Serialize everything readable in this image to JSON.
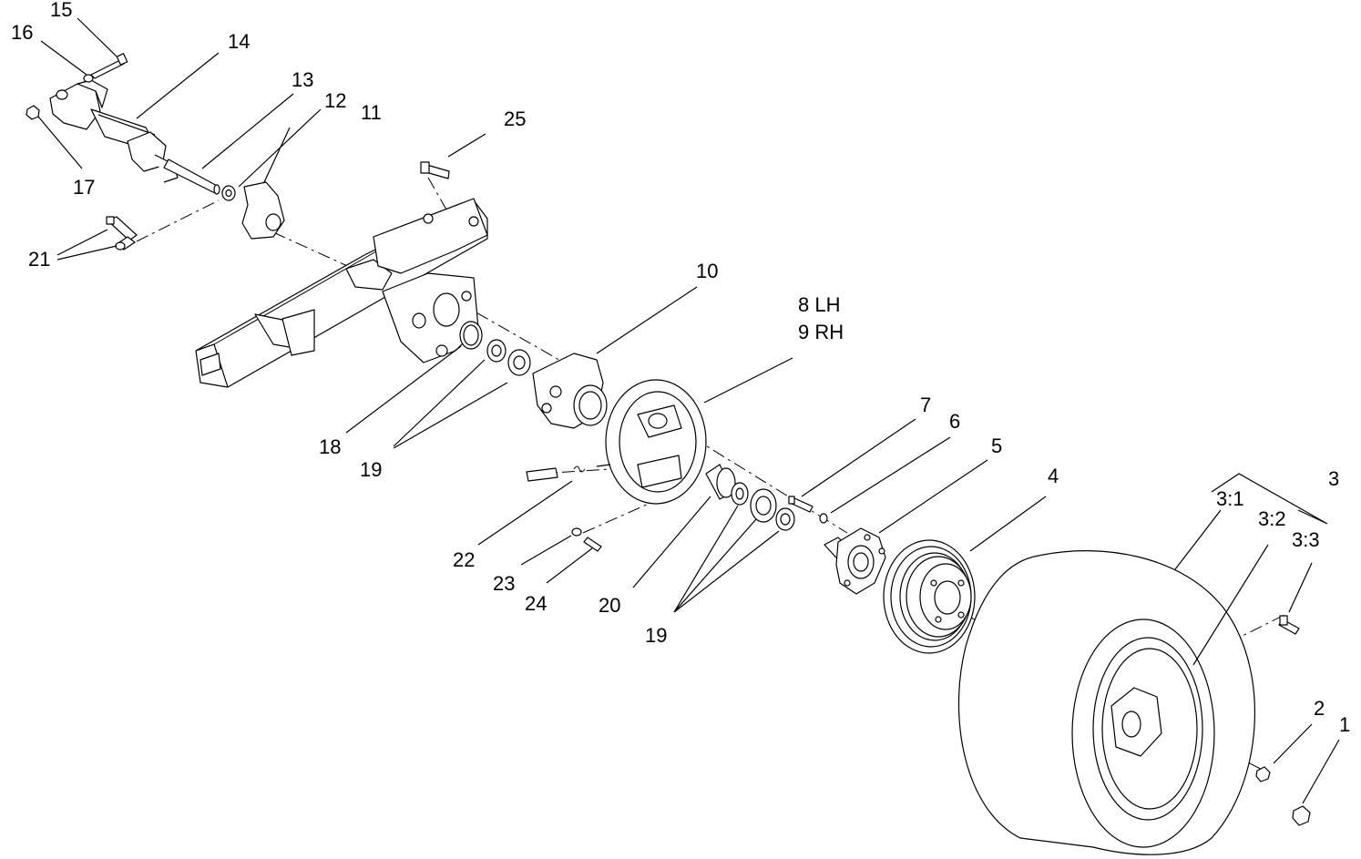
{
  "callouts": {
    "c1": "1",
    "c2": "2",
    "c3": "3",
    "c3_1": "3:1",
    "c3_2": "3:2",
    "c3_3": "3:3",
    "c4": "4",
    "c5": "5",
    "c6": "6",
    "c7": "7",
    "c8": "8 LH",
    "c9": "9 RH",
    "c10": "10",
    "c11": "11",
    "c12": "12",
    "c13": "13",
    "c14": "14",
    "c15": "15",
    "c16": "16",
    "c17": "17",
    "c18": "18",
    "c19a": "19",
    "c19b": "19",
    "c20": "20",
    "c21": "21",
    "c22": "22",
    "c23": "23",
    "c24": "24",
    "c25": "25"
  },
  "colors": {
    "line": "#000000",
    "background": "#ffffff"
  }
}
